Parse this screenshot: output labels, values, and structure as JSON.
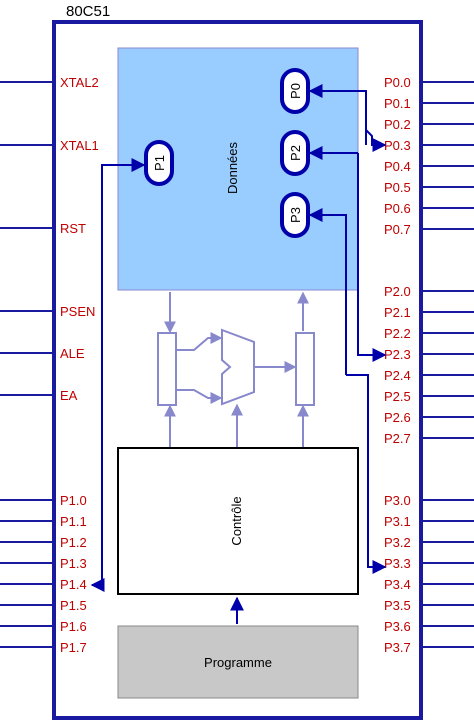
{
  "chip": {
    "name": "80C51"
  },
  "blocks": {
    "data": "Données",
    "control": "Contrôle",
    "program": "Programme"
  },
  "ports": {
    "p0": "P0",
    "p1": "P1",
    "p2": "P2",
    "p3": "P3"
  },
  "left_pins_top": [
    "XTAL2",
    "XTAL1",
    "RST",
    "PSEN",
    "ALE",
    "EA"
  ],
  "left_pins_p1": [
    "P1.0",
    "P1.1",
    "P1.2",
    "P1.3",
    "P1.4",
    "P1.5",
    "P1.6",
    "P1.7"
  ],
  "right_pins_p0": [
    "P0.0",
    "P0.1",
    "P0.2",
    "P0.3",
    "P0.4",
    "P0.5",
    "P0.6",
    "P0.7"
  ],
  "right_pins_p2": [
    "P2.0",
    "P2.1",
    "P2.2",
    "P2.3",
    "P2.4",
    "P2.5",
    "P2.6",
    "P2.7"
  ],
  "right_pins_p3": [
    "P3.0",
    "P3.1",
    "P3.2",
    "P3.3",
    "P3.4",
    "P3.5",
    "P3.6",
    "P3.7"
  ],
  "colors": {
    "chip_border": "#1a1aa0",
    "pin_line": "#1a1aa0",
    "pin_text": "#c00000",
    "data_fill": "#99ccff",
    "data_border": "#8a8ad0",
    "program_fill": "#c8c8c8",
    "alu_stroke": "#8888cc",
    "wire": "#0000aa"
  }
}
